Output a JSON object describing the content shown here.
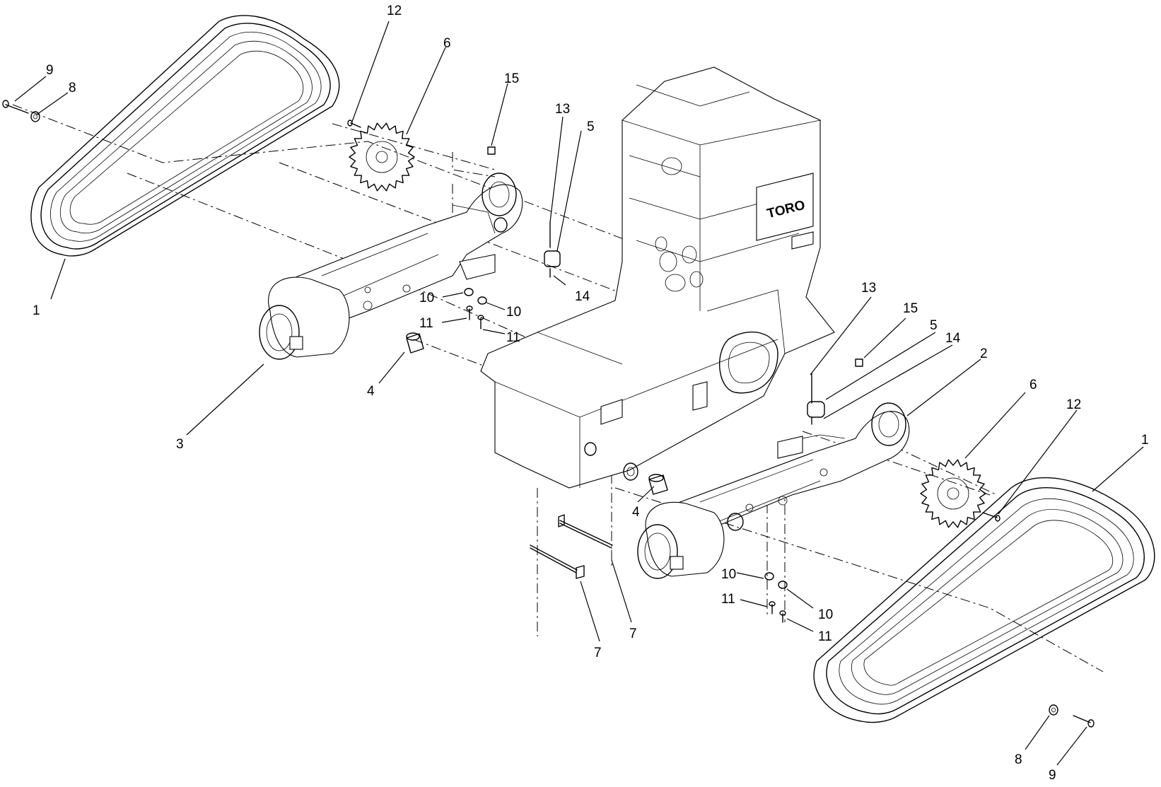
{
  "callouts": [
    {
      "id": "c-1-left",
      "label": "1"
    },
    {
      "id": "c-1-right",
      "label": "1"
    },
    {
      "id": "c-2",
      "label": "2"
    },
    {
      "id": "c-3",
      "label": "3"
    },
    {
      "id": "c-4-left",
      "label": "4"
    },
    {
      "id": "c-4-right",
      "label": "4"
    },
    {
      "id": "c-5-left",
      "label": "5"
    },
    {
      "id": "c-5-right",
      "label": "5"
    },
    {
      "id": "c-6-left",
      "label": "6"
    },
    {
      "id": "c-6-right",
      "label": "6"
    },
    {
      "id": "c-7-a",
      "label": "7"
    },
    {
      "id": "c-7-b",
      "label": "7"
    },
    {
      "id": "c-8-left",
      "label": "8"
    },
    {
      "id": "c-8-right",
      "label": "8"
    },
    {
      "id": "c-9-left",
      "label": "9"
    },
    {
      "id": "c-9-right",
      "label": "9"
    },
    {
      "id": "c-10-a",
      "label": "10"
    },
    {
      "id": "c-10-b",
      "label": "10"
    },
    {
      "id": "c-10-c",
      "label": "10"
    },
    {
      "id": "c-10-d",
      "label": "10"
    },
    {
      "id": "c-11-a",
      "label": "11"
    },
    {
      "id": "c-11-b",
      "label": "11"
    },
    {
      "id": "c-11-c",
      "label": "11"
    },
    {
      "id": "c-11-d",
      "label": "11"
    },
    {
      "id": "c-12-left",
      "label": "12"
    },
    {
      "id": "c-12-right",
      "label": "12"
    },
    {
      "id": "c-13-left",
      "label": "13"
    },
    {
      "id": "c-13-right",
      "label": "13"
    },
    {
      "id": "c-14-left",
      "label": "14"
    },
    {
      "id": "c-14-right",
      "label": "14"
    },
    {
      "id": "c-15-left",
      "label": "15"
    },
    {
      "id": "c-15-right",
      "label": "15"
    }
  ],
  "logo": {
    "brand": "TORO"
  }
}
